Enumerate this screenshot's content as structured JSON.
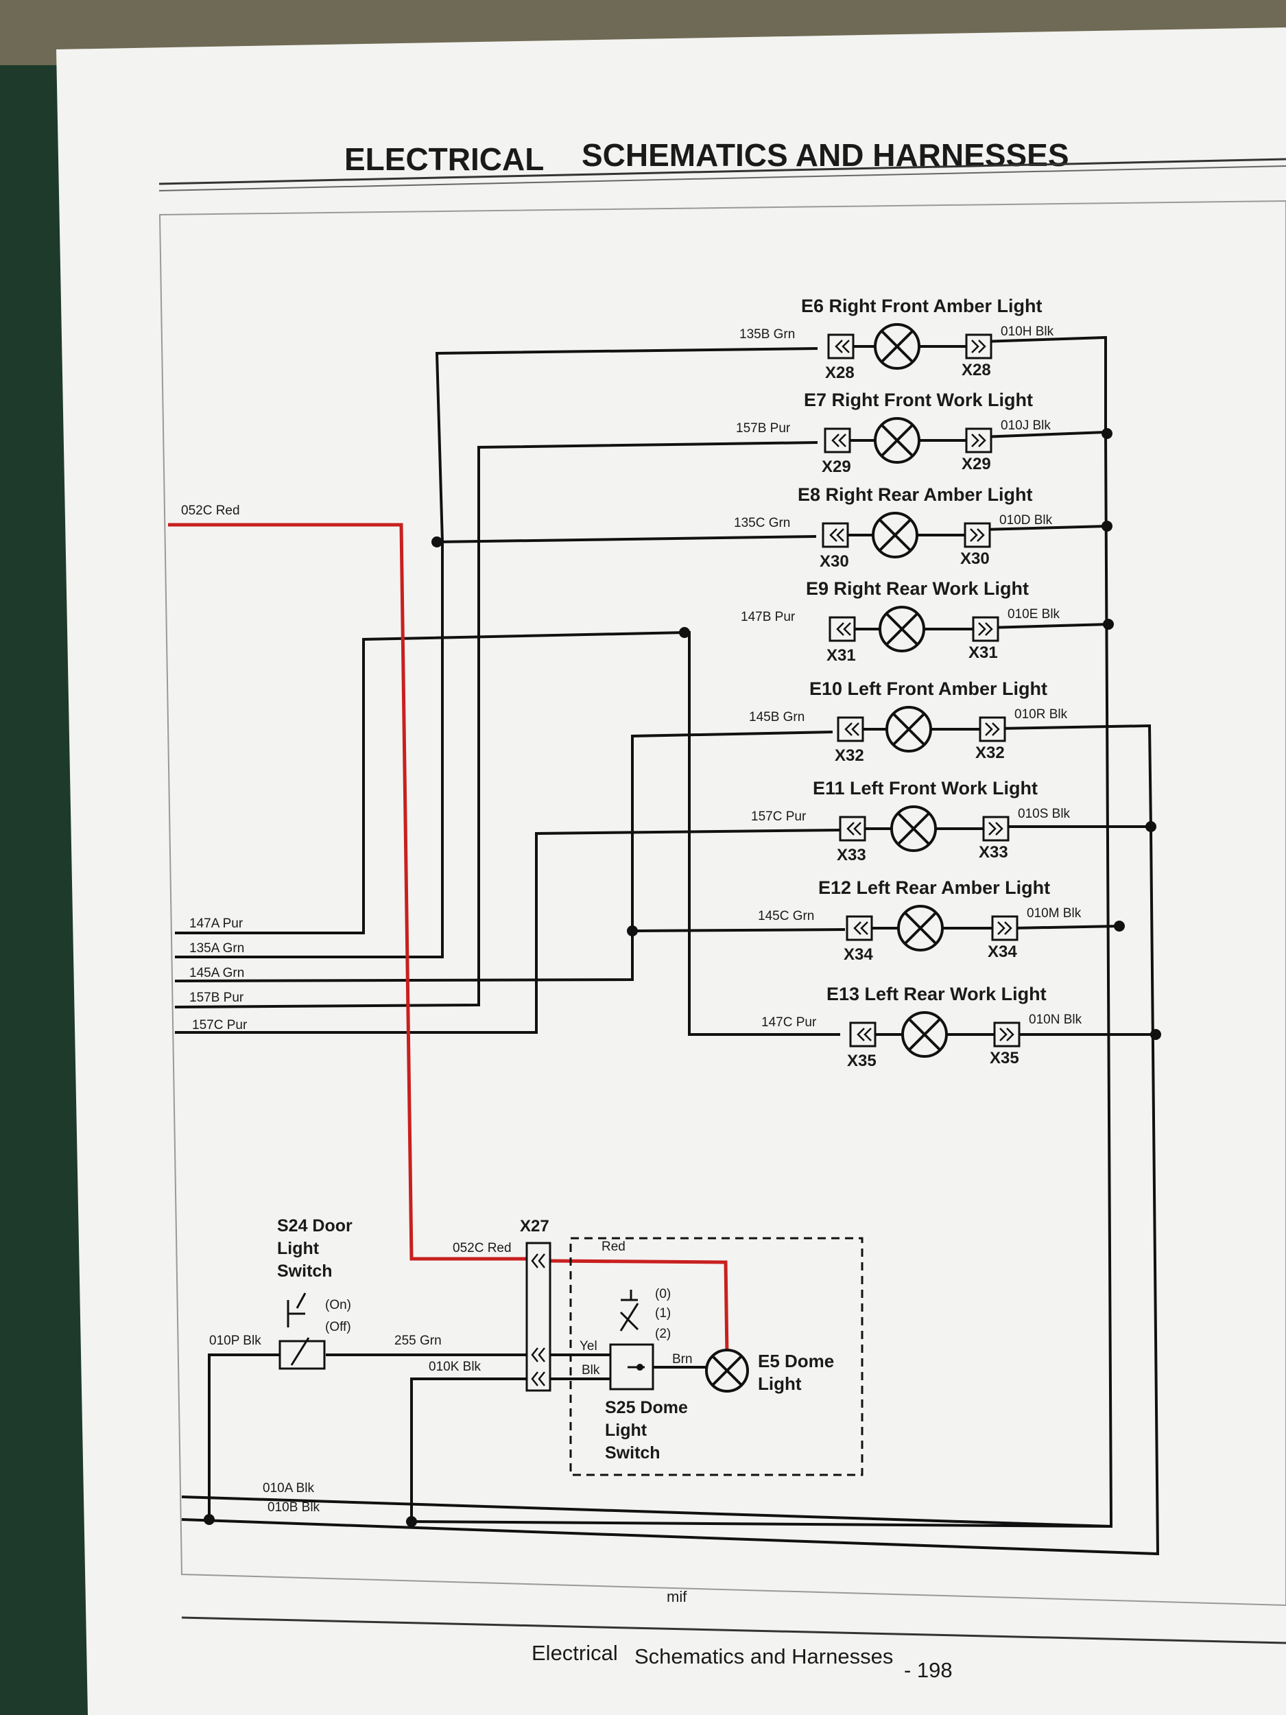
{
  "header": {
    "left": "ELECTRICAL",
    "right": "SCHEMATICS AND HARNESSES"
  },
  "footer": {
    "code": "mif",
    "left": "Electrical",
    "right": "Schematics and Harnesses",
    "page": "- 198"
  },
  "lights": [
    {
      "title": "E6 Right Front Amber Light",
      "in_wire": "135B Grn",
      "out_wire": "010H Blk",
      "connector": "X28"
    },
    {
      "title": "E7 Right Front Work Light",
      "in_wire": "157B Pur",
      "out_wire": "010J Blk",
      "connector": "X29"
    },
    {
      "title": "E8 Right Rear Amber Light",
      "in_wire": "135C Grn",
      "out_wire": "010D Blk",
      "connector": "X30"
    },
    {
      "title": "E9 Right Rear Work Light",
      "in_wire": "147B Pur",
      "out_wire": "010E Blk",
      "connector": "X31"
    },
    {
      "title": "E10 Left Front Amber Light",
      "in_wire": "145B Grn",
      "out_wire": "010R Blk",
      "connector": "X32"
    },
    {
      "title": "E11 Left Front Work Light",
      "in_wire": "157C Pur",
      "out_wire": "010S Blk",
      "connector": "X33"
    },
    {
      "title": "E12 Left Rear Amber Light",
      "in_wire": "145C Grn",
      "out_wire": "010M Blk",
      "connector": "X34"
    },
    {
      "title": "E13 Left Rear Work Light",
      "in_wire": "147C Pur",
      "out_wire": "010N Blk",
      "connector": "X35"
    }
  ],
  "feed_wires": [
    "147A Pur",
    "135A Grn",
    "145A Grn",
    "157B Pur",
    "157C Pur"
  ],
  "power_wire": "052C Red",
  "dome": {
    "connector": "X27",
    "red_label": "Red",
    "door_switch": [
      "S24 Door",
      "Light",
      "Switch"
    ],
    "door_on": "(On)",
    "door_off": "(Off)",
    "door_ground": "010P Blk",
    "door_wire": "255 Grn",
    "dome_ground": "010K Blk",
    "dome_switch": [
      "S25 Dome",
      "Light",
      "Switch"
    ],
    "pos0": "(0)",
    "pos1": "(1)",
    "pos2": "(2)",
    "yel": "Yel",
    "blk": "Blk",
    "brn": "Brn",
    "lamp": [
      "E5 Dome",
      "Light"
    ]
  },
  "grounds": [
    "010A Blk",
    "010B Blk"
  ],
  "colors": {
    "power": "#c8201e",
    "ink": "#111111",
    "paper": "#f3f3f1"
  }
}
